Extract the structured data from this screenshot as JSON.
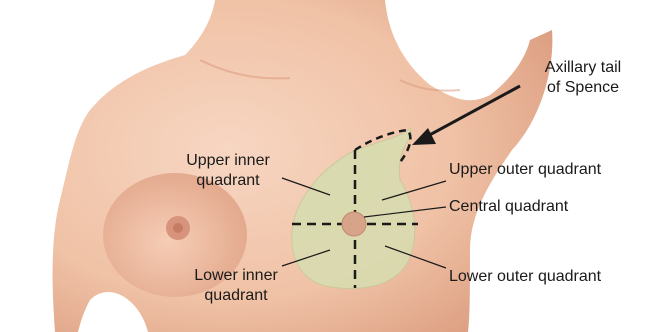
{
  "labels": {
    "axillary_tail_line1": "Axillary tail",
    "axillary_tail_line2": "of Spence",
    "upper_inner_line1": "Upper inner",
    "upper_inner_line2": "quadrant",
    "lower_inner_line1": "Lower inner",
    "lower_inner_line2": "quadrant",
    "upper_outer": "Upper outer quadrant",
    "central": "Central quadrant",
    "lower_outer": "Lower outer quadrant"
  },
  "colors": {
    "skin": "#f2c7ad",
    "skin_shadow": "#dfa487",
    "highlighted_region": "#d8dcb0",
    "nipple": "#d99a82",
    "line": "#1a1a1a"
  }
}
